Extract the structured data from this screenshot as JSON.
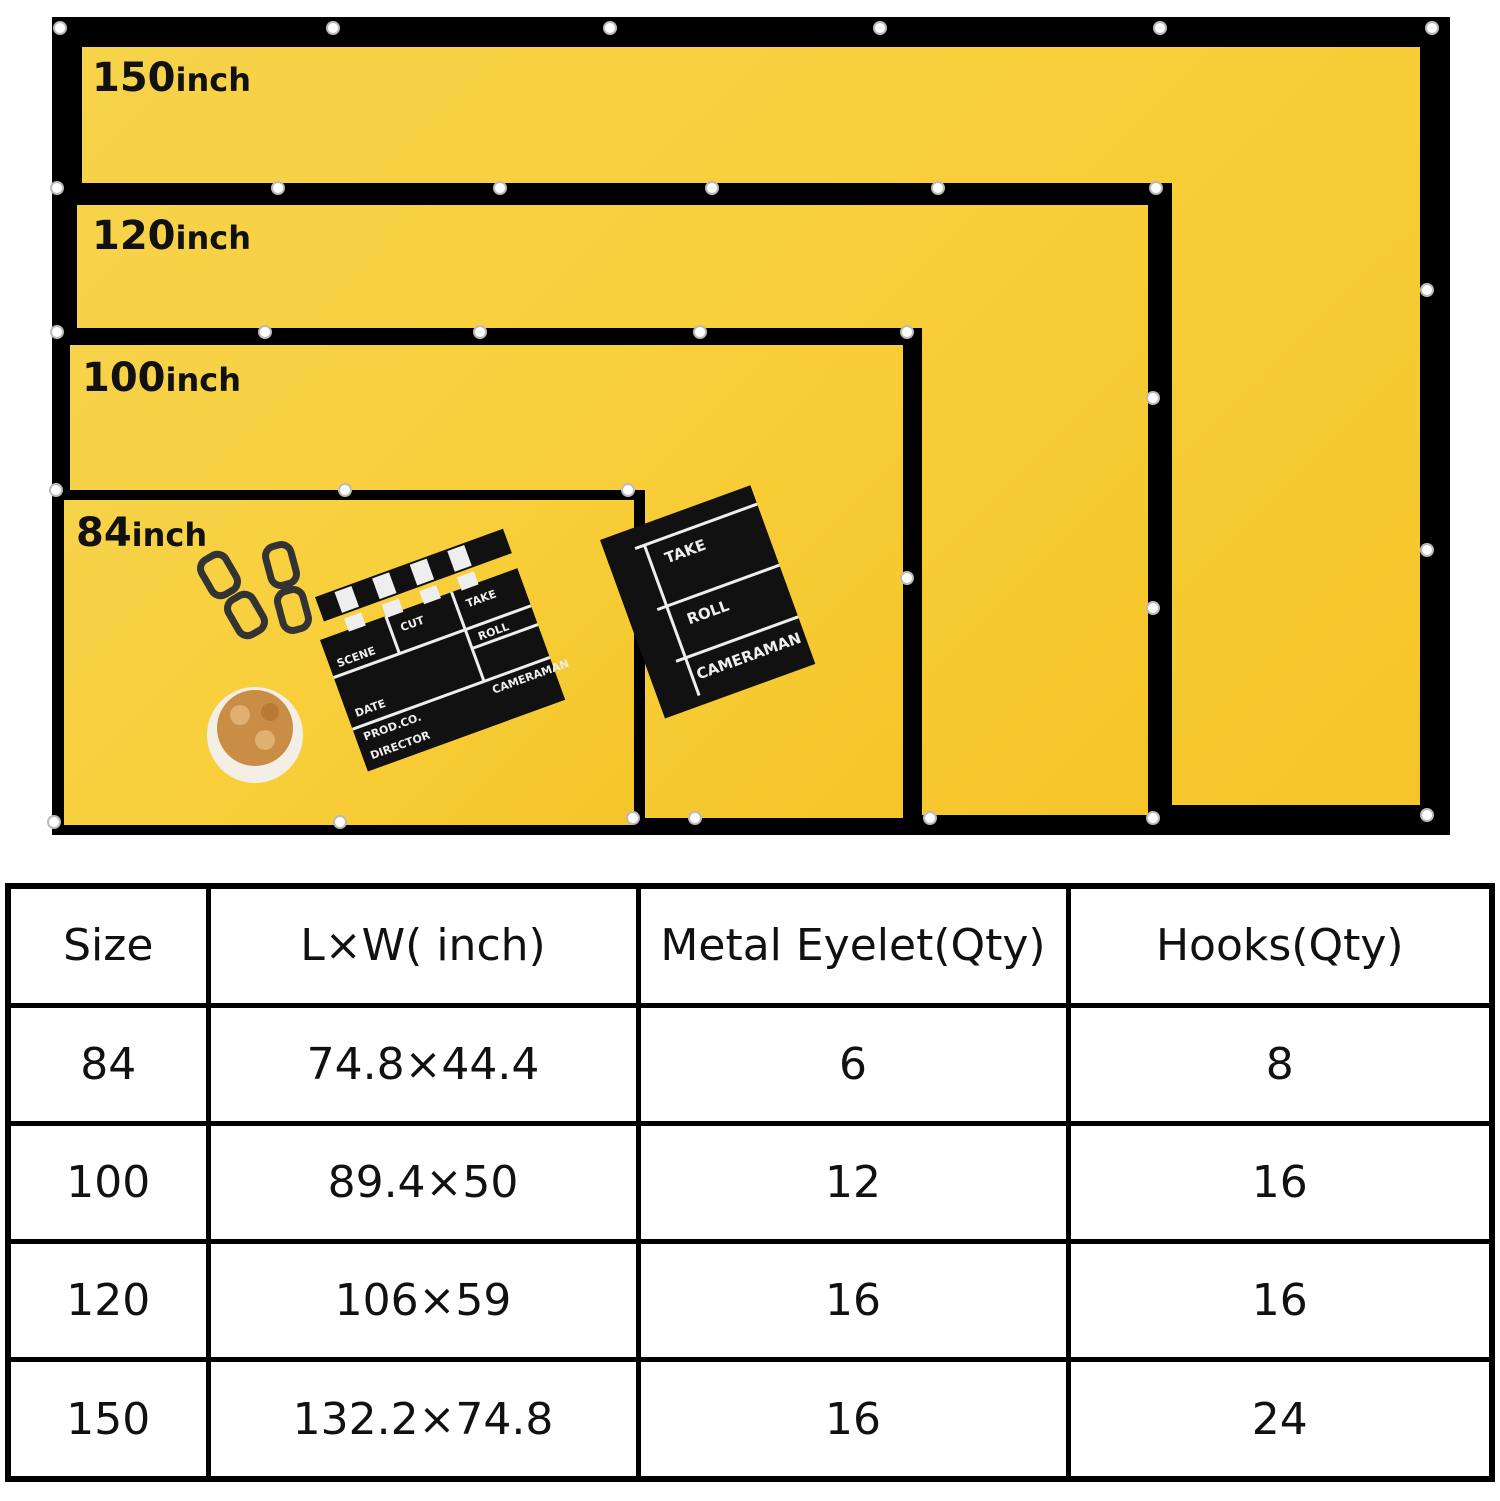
{
  "screens": [
    {
      "size": "150",
      "unit": "inch"
    },
    {
      "size": "120",
      "unit": "inch"
    },
    {
      "size": "100",
      "unit": "inch"
    },
    {
      "size": "84",
      "unit": "inch"
    }
  ],
  "clapperboard": {
    "labels": [
      "SCENE",
      "CUT",
      "TAKE",
      "ROLL",
      "DATE",
      "PROD.CO.",
      "DIRECTOR",
      "CAMERAMAN"
    ]
  },
  "colors": {
    "screen_surface": "#f8cf3a",
    "frame": "#000000"
  },
  "table": {
    "headers": [
      "Size",
      "L×W( inch)",
      "Metal Eyelet(Qty)",
      "Hooks(Qty)"
    ],
    "rows": [
      [
        "84",
        "74.8×44.4",
        "6",
        "8"
      ],
      [
        "100",
        "89.4×50",
        "12",
        "16"
      ],
      [
        "120",
        "106×59",
        "16",
        "16"
      ],
      [
        "150",
        "132.2×74.8",
        "16",
        "24"
      ]
    ]
  }
}
